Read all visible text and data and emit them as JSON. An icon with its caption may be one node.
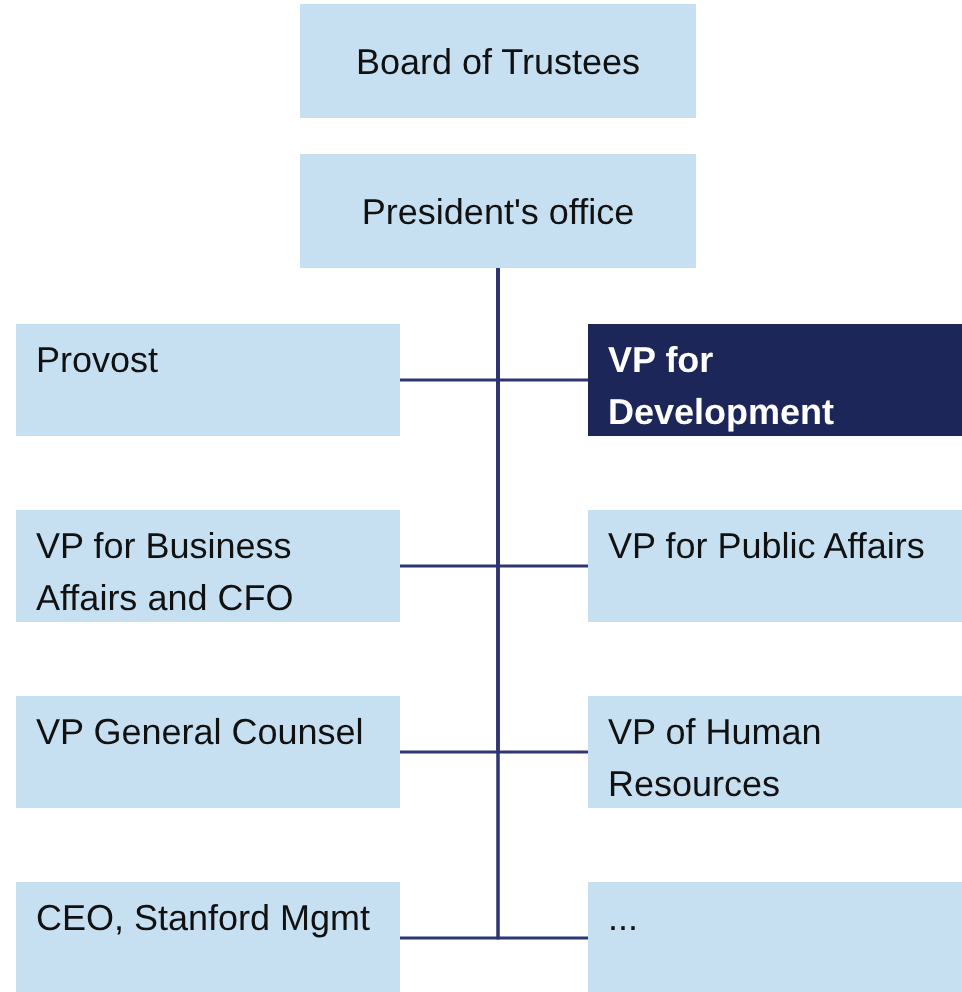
{
  "diagram": {
    "nodes": [
      {
        "text": [
          "Board of Trustees"
        ]
      },
      {
        "text": [
          "President's office"
        ]
      },
      {
        "text": [
          "Provost"
        ]
      },
      {
        "text": [
          "VP for Development"
        ]
      },
      {
        "text": [
          "VP for Business Affairs and CFO"
        ]
      },
      {
        "text": [
          "VP for Public Affairs"
        ]
      },
      {
        "text": [
          "VP General Counsel"
        ]
      },
      {
        "text": [
          "VP of Human Resources"
        ]
      },
      {
        "text": [
          "CEO, Stanford Mgmt"
        ]
      },
      {
        "text": [
          "..."
        ]
      }
    ],
    "edges": [
      {
        "from": 1,
        "to": 2,
        "arrow": "none"
      },
      {
        "from": 1,
        "to": 3,
        "arrow": "none"
      },
      {
        "from": 1,
        "to": 4,
        "arrow": "none"
      },
      {
        "from": 1,
        "to": 5,
        "arrow": "none"
      },
      {
        "from": 1,
        "to": 6,
        "arrow": "none"
      },
      {
        "from": 1,
        "to": 7,
        "arrow": "none"
      },
      {
        "from": 1,
        "to": 8,
        "arrow": "none"
      },
      {
        "from": 1,
        "to": 9,
        "arrow": "none"
      }
    ]
  }
}
